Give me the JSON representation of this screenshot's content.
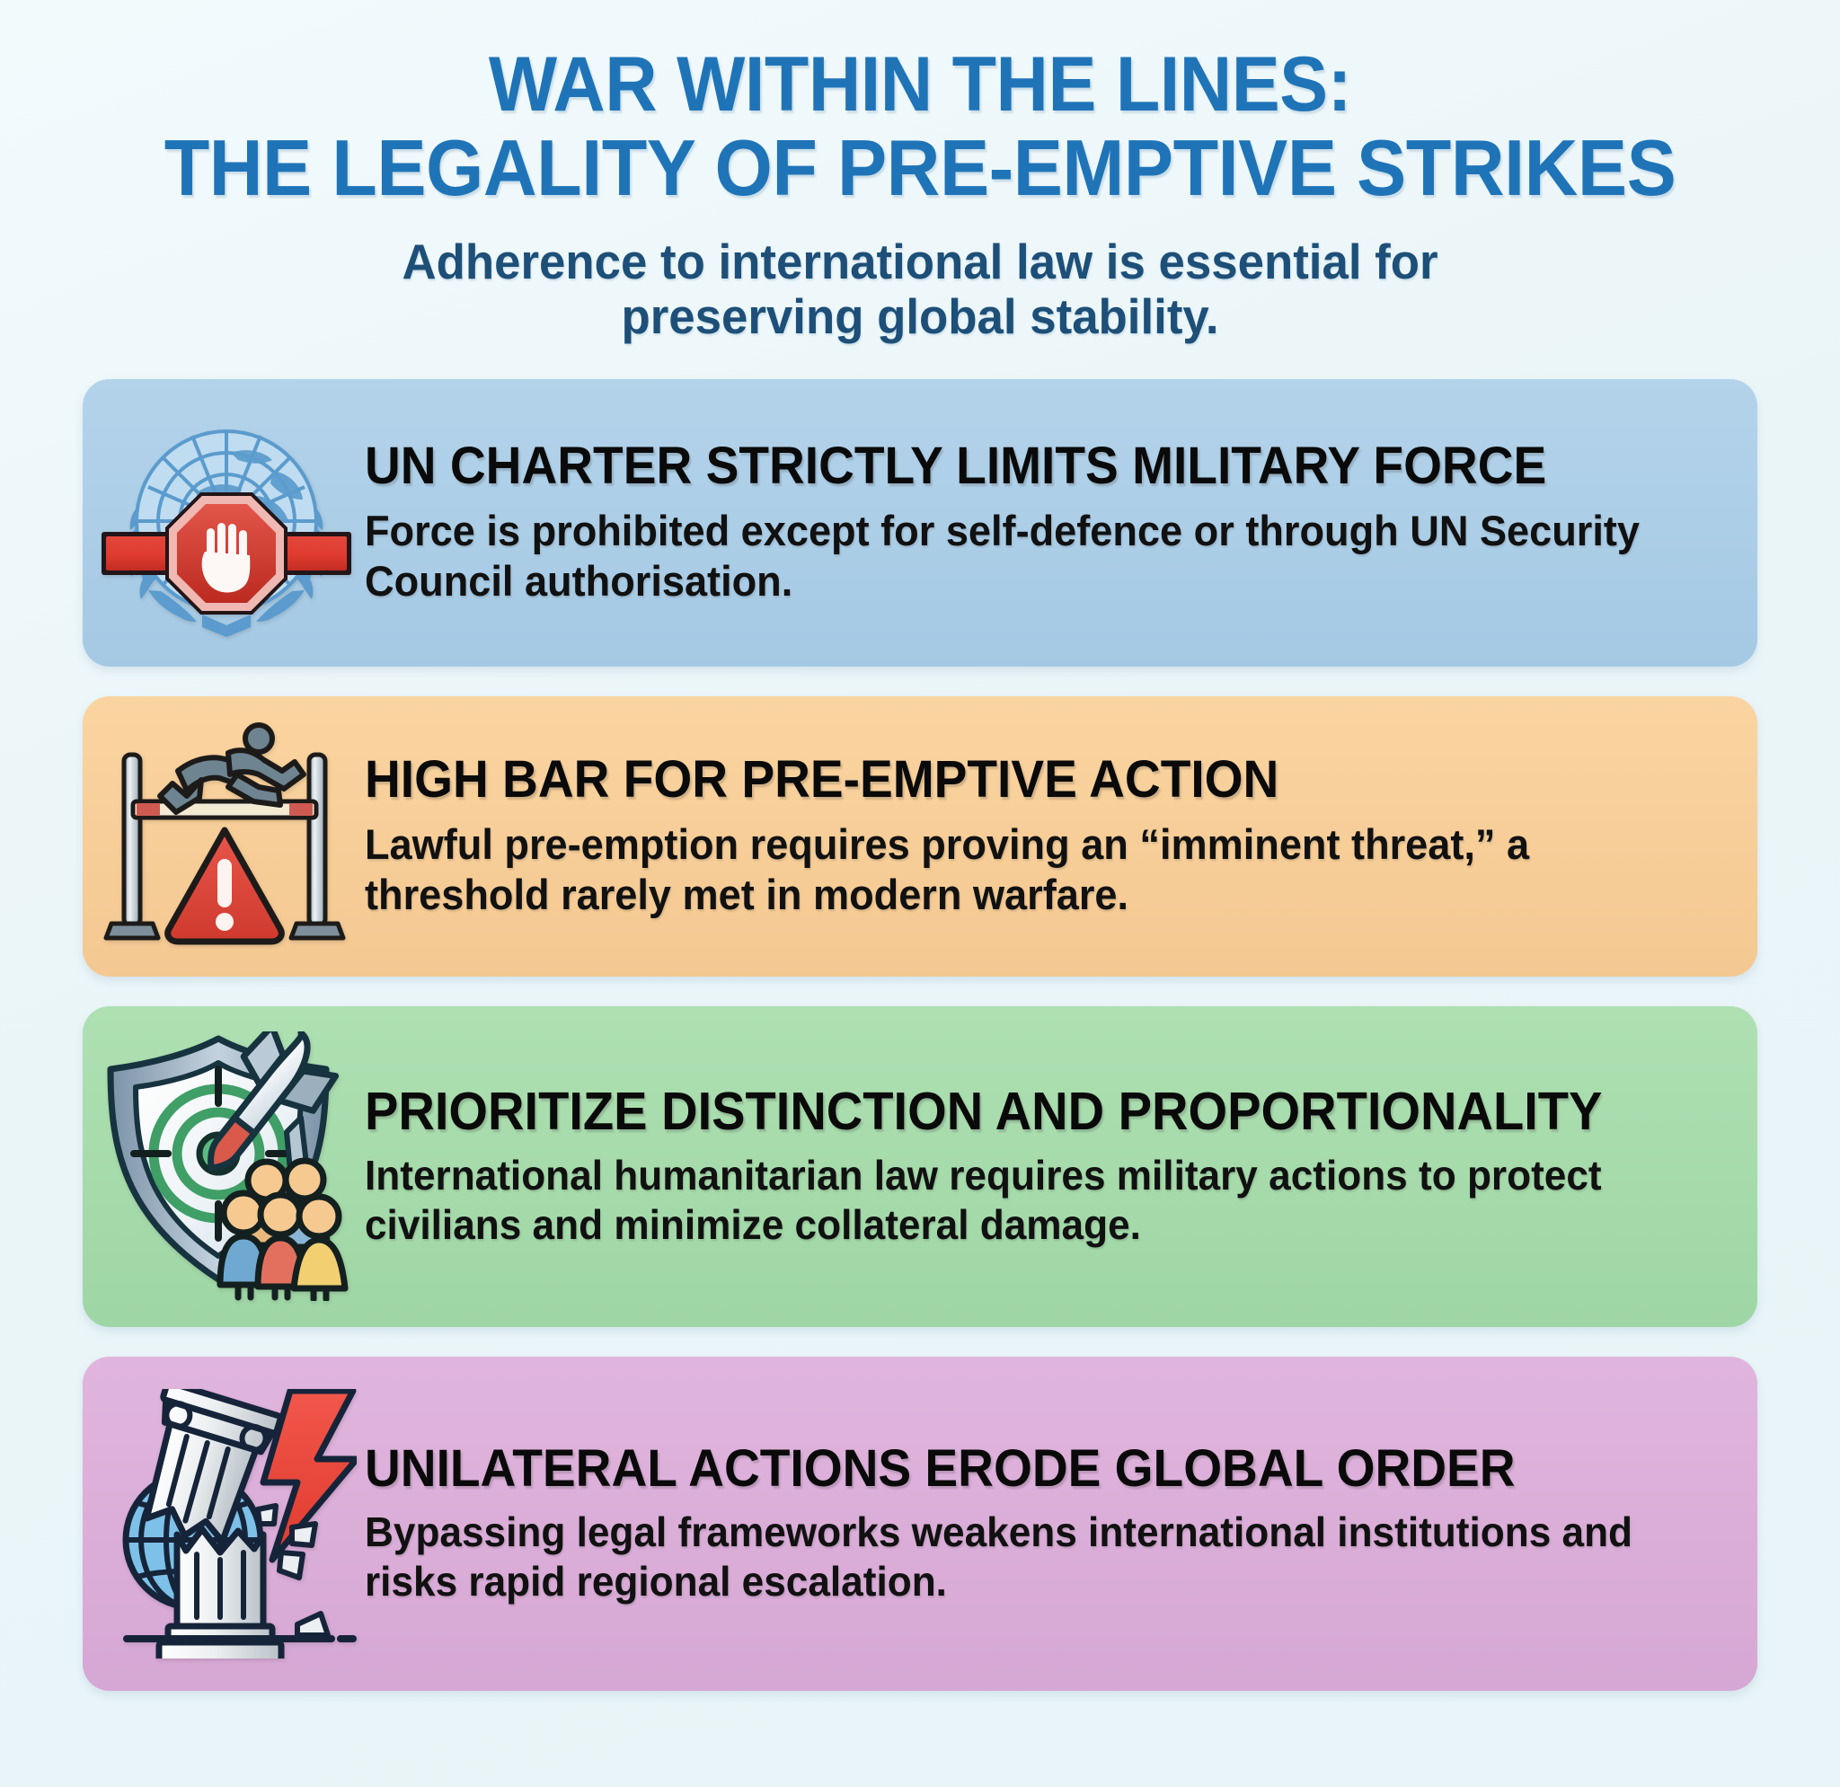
{
  "header": {
    "title_line1": "WAR WITHIN THE LINES:",
    "title_line2": "THE LEGALITY OF PRE-EMPTIVE STRIKES",
    "subtitle_line1": "Adherence to international law is essential for",
    "subtitle_line2": "preserving global stability."
  },
  "colors": {
    "background": "#eef7f9",
    "title_blue": "#1f74b8",
    "subtitle_navy": "#1d4f78",
    "card1_blue": "#a8cbe6",
    "card2_orange": "#f6cd99",
    "card3_green": "#a6dcab",
    "card4_purple": "#dcaed9",
    "accent_red": "#e03b2e",
    "body_black": "#0a0a0a"
  },
  "cards": [
    {
      "icon": "un-emblem-stop-hand-icon",
      "title": "UN CHARTER STRICTLY LIMITS MILITARY FORCE",
      "description": "Force is prohibited except for self-defence or through UN Security Council authorisation."
    },
    {
      "icon": "hurdle-runner-warning-icon",
      "title": "HIGH BAR FOR PRE-EMPTIVE ACTION",
      "description": "Lawful pre-emption requires proving an “imminent threat,” a threshold rarely met in modern warfare."
    },
    {
      "icon": "shield-target-missile-civilians-icon",
      "title": "PRIORITIZE DISTINCTION AND PROPORTIONALITY",
      "description": "International humanitarian law requires military actions to protect civilians and minimize collateral damage."
    },
    {
      "icon": "broken-column-globe-lightning-icon",
      "title": "UNILATERAL ACTIONS ERODE GLOBAL ORDER",
      "description": "Bypassing legal frameworks weakens international institutions and risks rapid regional escalation."
    }
  ]
}
